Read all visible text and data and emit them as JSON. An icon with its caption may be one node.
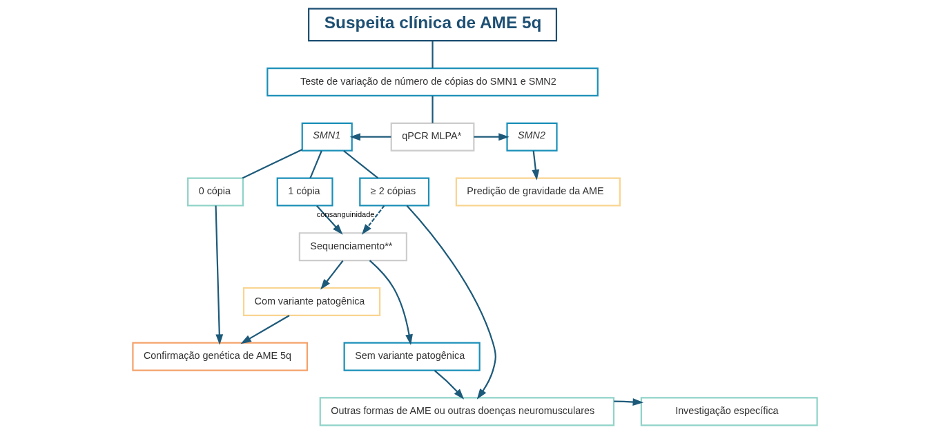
{
  "diagram": {
    "nodes": [
      {
        "text": [
          "Suspeita clínica de AME 5q"
        ]
      },
      {
        "text": [
          "Teste de variação de número de cópias do SMN1 e SMN2"
        ]
      },
      {
        "text": [
          "SMN1"
        ]
      },
      {
        "text": [
          "qPCR MLPA*"
        ]
      },
      {
        "text": [
          "SMN2"
        ]
      },
      {
        "text": [
          "0 cópia"
        ]
      },
      {
        "text": [
          "1 cópia"
        ]
      },
      {
        "text": [
          "≥ 2 cópias"
        ]
      },
      {
        "text": [
          "Predição de gravidade da AME"
        ]
      },
      {
        "text": [
          "Confirmação genética de AME 5q"
        ]
      },
      {
        "text": [
          "Sequenciamento**"
        ]
      },
      {
        "text": [
          "Com variante patogênica"
        ]
      },
      {
        "text": [
          "Sem variante patogênica"
        ]
      },
      {
        "text": [
          "Outras formas de AME ou outras doenças neuromusculares"
        ]
      },
      {
        "text": [
          "Investigação específica"
        ]
      }
    ],
    "edges": [
      {
        "from": 0,
        "to": 1,
        "arrow": "none"
      },
      {
        "from": 1,
        "to": 3,
        "arrow": "none"
      },
      {
        "from": 3,
        "to": 2,
        "arrow": "to"
      },
      {
        "from": 3,
        "to": 4,
        "arrow": "to"
      },
      {
        "from": 2,
        "to": 5,
        "arrow": "none"
      },
      {
        "from": 2,
        "to": 6,
        "arrow": "none"
      },
      {
        "from": 2,
        "to": 7,
        "arrow": "none"
      },
      {
        "from": 4,
        "to": 8,
        "arrow": "to"
      },
      {
        "from": 5,
        "to": 9,
        "arrow": "to"
      },
      {
        "from": 6,
        "to": 10,
        "arrow": "to"
      },
      {
        "from": 7,
        "to": 10,
        "arrow": "to",
        "style": "dashed",
        "label": "consanguinidade"
      },
      {
        "from": 10,
        "to": 11,
        "arrow": "to"
      },
      {
        "from": 10,
        "to": 12,
        "arrow": "to"
      },
      {
        "from": 11,
        "to": 9,
        "arrow": "to"
      },
      {
        "from": 12,
        "to": 13,
        "arrow": "to"
      },
      {
        "from": 7,
        "to": 13,
        "arrow": "to"
      },
      {
        "from": 13,
        "to": 14,
        "arrow": "to"
      }
    ]
  }
}
